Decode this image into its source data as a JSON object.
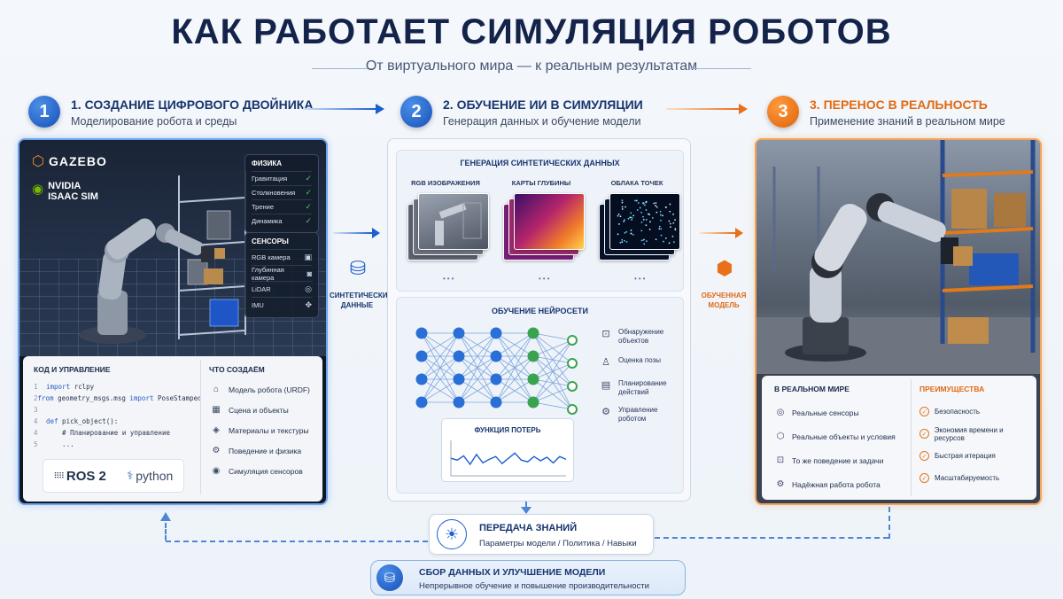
{
  "header": {
    "title": "КАК РАБОТАЕТ СИМУЛЯЦИЯ РОБОТОВ",
    "subtitle": "От виртуального мира — к реальным результатам"
  },
  "steps": [
    {
      "num": "1",
      "title": "1. СОЗДАНИЕ ЦИФРОВОГО ДВОЙНИКА",
      "sub": "Моделирование робота и среды"
    },
    {
      "num": "2",
      "title": "2. ОБУЧЕНИЕ ИИ В СИМУЛЯЦИИ",
      "sub": "Генерация данных и обучение модели"
    },
    {
      "num": "3",
      "title": "3. ПЕРЕНОС В РЕАЛЬНОСТЬ",
      "sub": "Применение знаний в реальном мире"
    }
  ],
  "panel1": {
    "logo_gazebo": "GAZEBO",
    "logo_nvidia": "NVIDIA",
    "logo_isaac": "ISAAC SIM",
    "physics": {
      "title": "ФИЗИКА",
      "items": [
        "Гравитация",
        "Столкновения",
        "Трение",
        "Динамика"
      ]
    },
    "sensors": {
      "title": "СЕНСОРЫ",
      "items": [
        "RGB камера",
        "Глубинная камера",
        "LiDAR",
        "IMU"
      ]
    },
    "code": {
      "title": "КОД И УПРАВЛЕНИЕ",
      "lines": [
        {
          "n": "1",
          "kw": "import",
          "rest": " rclpy"
        },
        {
          "n": "2",
          "kw": "from",
          "rest": " geometry_msgs.msg ",
          "kw2": "import",
          "rest2": " PoseStamped"
        },
        {
          "n": "3",
          "kw": "",
          "rest": ""
        },
        {
          "n": "4",
          "kw": "def",
          "rest": " pick_object():"
        },
        {
          "n": "4",
          "kw": "",
          "rest": "    # Планирование и управление"
        },
        {
          "n": "5",
          "kw": "",
          "rest": "    ..."
        }
      ],
      "ros": "ROS 2",
      "python": "python"
    },
    "create": {
      "title": "ЧТО СОЗДАЁМ",
      "items": [
        "Модель робота (URDF)",
        "Сцена и объекты",
        "Материалы и текстуры",
        "Поведение и физика",
        "Симуляция сенсоров"
      ]
    }
  },
  "synthetic_label": [
    "СИНТЕТИЧЕСКИЕ",
    "ДАННЫЕ"
  ],
  "trained_label": [
    "ОБУЧЕННАЯ",
    "МОДЕЛЬ"
  ],
  "panel2": {
    "gen_title": "ГЕНЕРАЦИЯ СИНТЕТИЧЕСКИХ ДАННЫХ",
    "thumbs": [
      "RGB ИЗОБРАЖЕНИЯ",
      "КАРТЫ ГЛУБИНЫ",
      "ОБЛАКА ТОЧЕК"
    ],
    "dots": "•••",
    "nn_title": "ОБУЧЕНИЕ НЕЙРОСЕТИ",
    "outputs": [
      [
        "Обнаружение",
        "объектов"
      ],
      [
        "Оценка позы",
        ""
      ],
      [
        "Планирование",
        "действий"
      ],
      [
        "Управление",
        "роботом"
      ]
    ],
    "loss_title": "ФУНКЦИЯ ПОТЕРЬ",
    "loss_curve": [
      0.55,
      0.5,
      0.62,
      0.38,
      0.66,
      0.42,
      0.52,
      0.6,
      0.4,
      0.55,
      0.7,
      0.5,
      0.45,
      0.6,
      0.48,
      0.58,
      0.42,
      0.6,
      0.52
    ]
  },
  "panel3": {
    "real_title": "В РЕАЛЬНОМ МИРЕ",
    "real_items": [
      "Реальные сенсоры",
      "Реальные объекты и условия",
      "То же поведение и задачи",
      "Надёжная работа робота"
    ],
    "adv_title": "ПРЕИМУЩЕСТВА",
    "adv_items": [
      "Безопасность",
      "Экономия времени и ресурсов",
      "Быстрая итерация",
      "Масштабируемость"
    ]
  },
  "bottom": {
    "transfer_title": "ПЕРЕДАЧА ЗНАНИЙ",
    "transfer_sub": "Параметры модели / Политика / Навыки",
    "collect_title": "СБОР ДАННЫХ И УЛУЧШЕНИЕ МОДЕЛИ",
    "collect_sub": "Непрерывное обучение и повышение производительности"
  },
  "colors": {
    "blue": "#1d5fd0",
    "orange": "#e8701a",
    "navy": "#14234a"
  }
}
